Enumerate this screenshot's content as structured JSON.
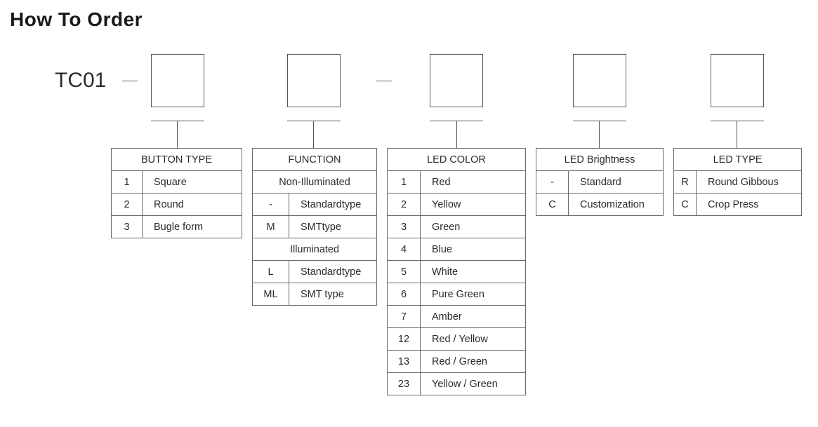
{
  "title": "How To Order",
  "prefix": "TC01",
  "separators": [
    "—",
    "—"
  ],
  "tables": {
    "button_type": {
      "header": "BUTTON TYPE",
      "rows": [
        {
          "code": "1",
          "label": "Square"
        },
        {
          "code": "2",
          "label": "Round"
        },
        {
          "code": "3",
          "label": "Bugle form"
        }
      ]
    },
    "function": {
      "header": "FUNCTION",
      "group1": "Non-Illuminated",
      "rows1": [
        {
          "code": "-",
          "label": "Standardtype"
        },
        {
          "code": "M",
          "label": "SMTtype"
        }
      ],
      "group2": "Illuminated",
      "rows2": [
        {
          "code": "L",
          "label": "Standardtype"
        },
        {
          "code": "ML",
          "label": "SMT type"
        }
      ]
    },
    "led_color": {
      "header": "LED COLOR",
      "rows": [
        {
          "code": "1",
          "label": "Red"
        },
        {
          "code": "2",
          "label": "Yellow"
        },
        {
          "code": "3",
          "label": "Green"
        },
        {
          "code": "4",
          "label": "Blue"
        },
        {
          "code": "5",
          "label": "White"
        },
        {
          "code": "6",
          "label": "Pure Green"
        },
        {
          "code": "7",
          "label": "Amber"
        },
        {
          "code": "12",
          "label": "Red / Yellow"
        },
        {
          "code": "13",
          "label": "Red / Green"
        },
        {
          "code": "23",
          "label": "Yellow / Green"
        }
      ]
    },
    "led_brightness": {
      "header": "LED Brightness",
      "rows": [
        {
          "code": "-",
          "label": "Standard"
        },
        {
          "code": "C",
          "label": "Customization"
        }
      ]
    },
    "led_type": {
      "header": "LED TYPE",
      "rows": [
        {
          "code": "R",
          "label": "Round Gibbous"
        },
        {
          "code": "C",
          "label": "Crop Press"
        }
      ]
    }
  }
}
